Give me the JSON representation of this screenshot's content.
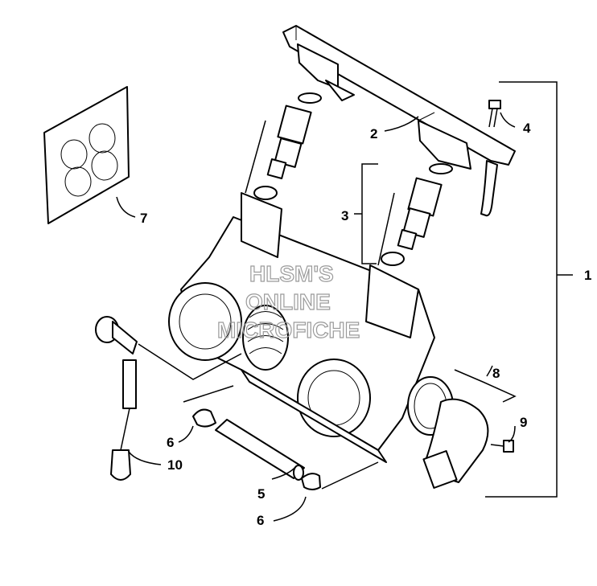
{
  "diagram": {
    "callouts": {
      "c1": "1",
      "c2": "2",
      "c3": "3",
      "c4": "4",
      "c5": "5",
      "c6a": "6",
      "c6b": "6",
      "c7": "7",
      "c8": "8",
      "c9": "9",
      "c10": "10"
    },
    "watermark": {
      "line1": "HLSM'S",
      "line2": "ONLINE",
      "line3": "MICROFICHE"
    }
  }
}
